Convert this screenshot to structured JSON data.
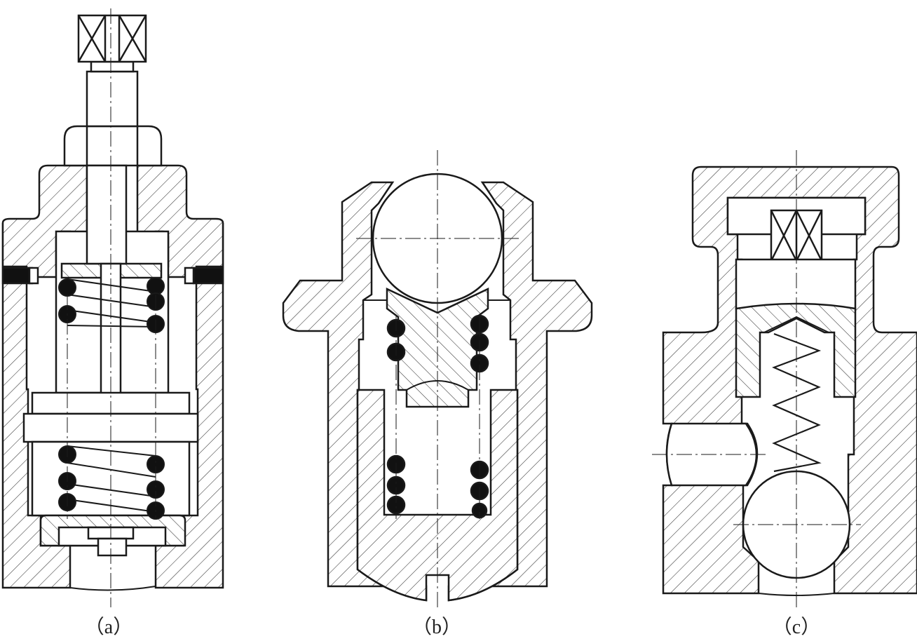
{
  "figures": [
    {
      "id": "a",
      "label": "（a）"
    },
    {
      "id": "b",
      "label": "（b）"
    },
    {
      "id": "c",
      "label": "（c）"
    }
  ],
  "colors": {
    "line": "#1a1a1a",
    "fill": "#111111",
    "background": "#ffffff"
  }
}
